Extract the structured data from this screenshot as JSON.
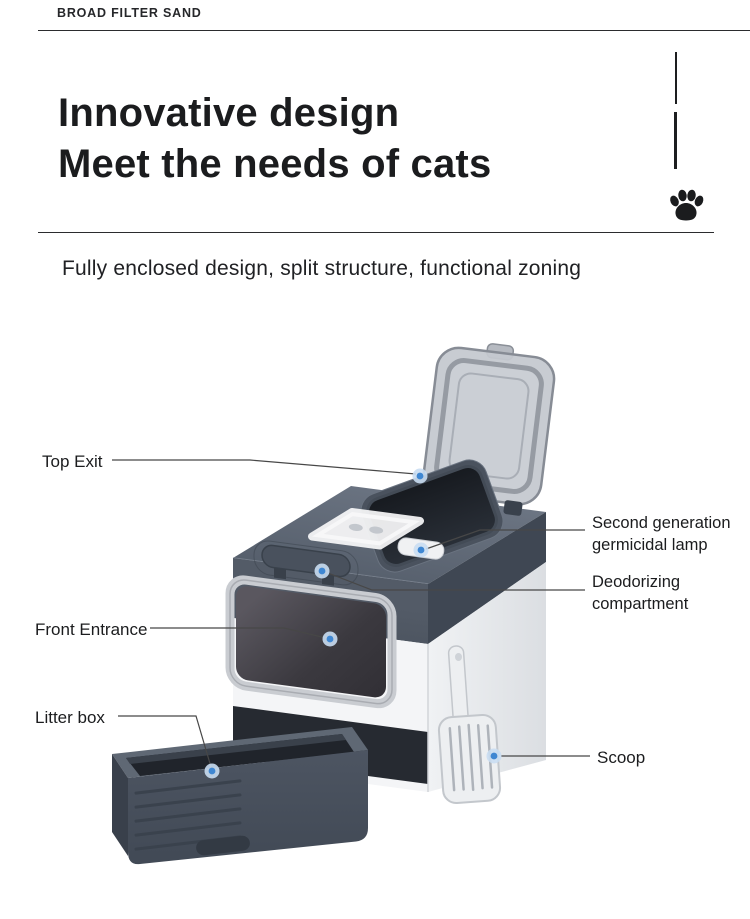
{
  "header": {
    "brand": "BROAD FILTER SAND",
    "title_line1": "Innovative design",
    "title_line2": "Meet the needs of cats",
    "subtitle": "Fully enclosed design, split structure, functional zoning"
  },
  "callouts": {
    "top_exit": "Top Exit",
    "germicidal_lamp": "Second generation germicidal lamp",
    "deodorizing": "Deodorizing compartment",
    "front_entrance": "Front Entrance",
    "litter_box": "Litter box",
    "scoop": "Scoop"
  },
  "colors": {
    "accent_dot": "#3f87d2",
    "dot_halo": "#c9ddf2",
    "leader_line": "#474747",
    "lid_slate_top": "#626b79",
    "lid_slate_front": "#4c5460",
    "body_white": "#f4f5f7",
    "window_glass": "#3b393f",
    "drawer_slate": "#4a525f",
    "text": "#17181a"
  }
}
